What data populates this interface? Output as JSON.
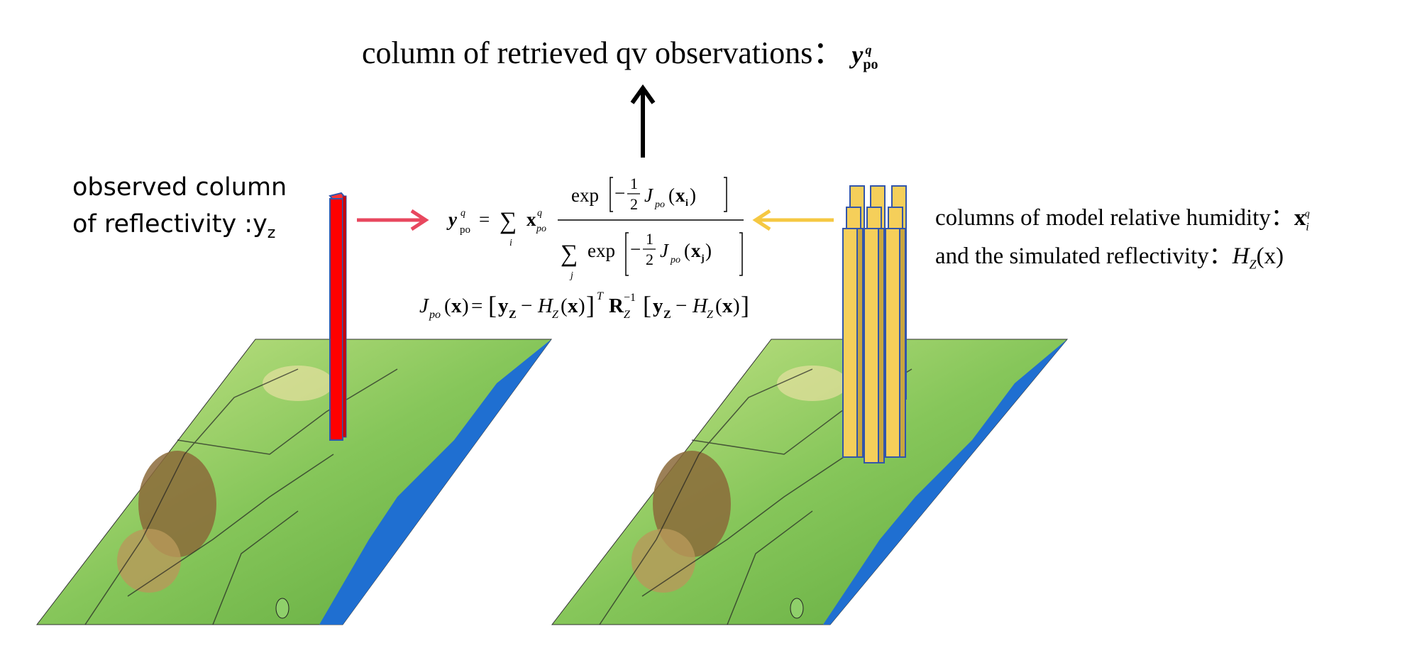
{
  "title": {
    "text": "column of retrieved qv observations：",
    "symbol": "y",
    "symbol_sub": "po",
    "symbol_sup": "q"
  },
  "left_label": {
    "line1": "observed column",
    "line2_prefix": "of reflectivity :y",
    "line2_sub": "z"
  },
  "right_label": {
    "line1_prefix": "columns of model relative humidity：",
    "line1_sym": "x",
    "line1_sub": "i",
    "line1_sup": "q",
    "line2_prefix": "and the simulated reflectivity：",
    "line2_sym": "H",
    "line2_sub": "Z",
    "line2_arg": "(x)"
  },
  "formula": {
    "lhs": "y",
    "lhs_sub": "po",
    "lhs_sup": "q",
    "sum_i": "i",
    "sum_j": "j",
    "x_i": "x",
    "exp": "exp",
    "half_num": "1",
    "half_den": "2",
    "J": "J",
    "J_sub": "po",
    "xi_arg": "x",
    "xi_sub": "i",
    "xj_arg": "x",
    "xj_sub": "j",
    "cost_line": "J_po(x) = [y_Z − H_Z(x)]^T R_Z^{-1} [y_Z − H_Z(x)]"
  },
  "colors": {
    "red_column": "#ff0000",
    "red_arrow": "#e8475e",
    "yellow_column": "#f5cf5a",
    "yellow_arrow": "#f5c842",
    "column_edge": "#3355aa",
    "sea": "#1f6fd1",
    "land_green": "#7cc152",
    "land_light": "#c9e58a",
    "mountain": "#8b6a3a"
  }
}
